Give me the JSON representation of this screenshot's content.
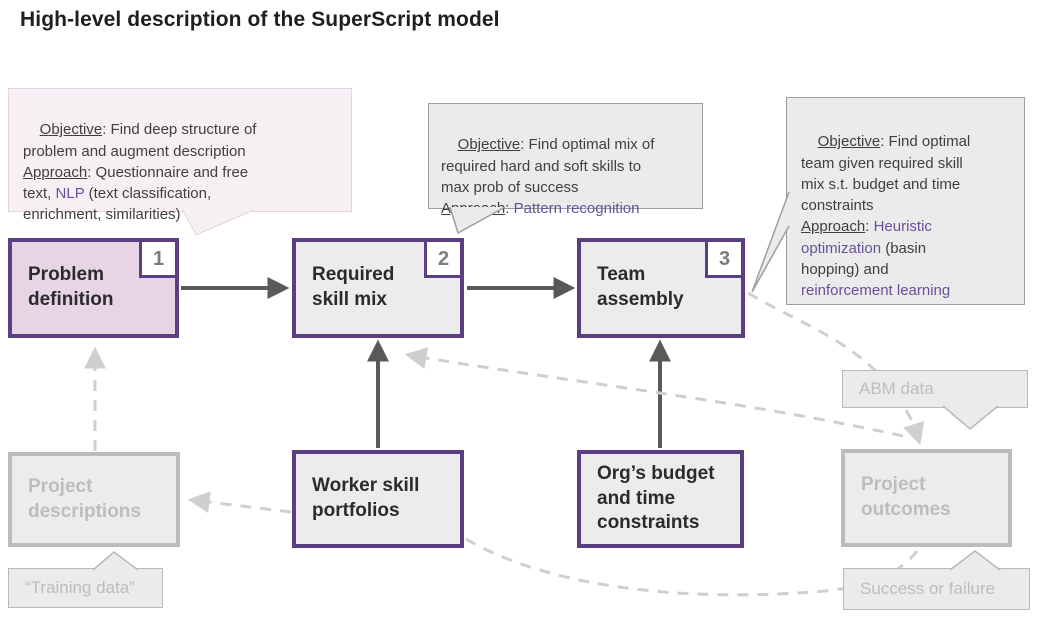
{
  "title": "High-level description of the SuperScript model",
  "colors": {
    "purple-border": "#5a4082",
    "purple-text": "#67519b",
    "pink-fill": "#e7d4e4",
    "pink-callout-fill": "#f6f0f5",
    "pink-callout-border": "#e4d2e0",
    "gray-fill": "#ececec",
    "callout-fill": "#ebebeb",
    "callout-border": "#9e9e9e",
    "muted-border": "#bcbcbc",
    "muted-text": "#bdbdbd",
    "muted-callout-border": "#b9b9b9",
    "arrow-dark": "#58595b",
    "arrow-gray": "#cfcfcf",
    "text-dark": "#3f3f3f",
    "title-color": "#1f1f1f",
    "badge-text": "#7b7b7e"
  },
  "callouts": {
    "problem": {
      "segments": [
        {
          "t": "Objective",
          "u": 1
        },
        {
          "t": ": Find deep structure of\nproblem and augment description\n"
        },
        {
          "t": "Approach",
          "u": 1
        },
        {
          "t": ": Questionnaire and free\ntext, "
        },
        {
          "t": "NLP",
          "p": 1
        },
        {
          "t": " (text classification,\nenrichment, similarities)"
        }
      ]
    },
    "skill": {
      "segments": [
        {
          "t": "Objective",
          "u": 1
        },
        {
          "t": ": Find optimal mix of\nrequired hard and soft skills to\nmax prob of success\n"
        },
        {
          "t": "Approach",
          "u": 1
        },
        {
          "t": ": "
        },
        {
          "t": "Pattern recognition",
          "p": 1
        }
      ]
    },
    "team": {
      "segments": [
        {
          "t": "Objective",
          "u": 1
        },
        {
          "t": ": Find optimal\nteam given required skill\nmix s.t. budget and time\nconstraints\n"
        },
        {
          "t": "Approach",
          "u": 1
        },
        {
          "t": ": "
        },
        {
          "t": "Heuristic\noptimization",
          "p": 1
        },
        {
          "t": " (basin\nhopping) and\n"
        },
        {
          "t": "reinforcement learning",
          "p": 1
        }
      ]
    }
  },
  "boxes": {
    "problem": {
      "label": "Problem\ndefinition",
      "badge": "1"
    },
    "skill": {
      "label": "Required\nskill mix",
      "badge": "2"
    },
    "team": {
      "label": "Team\nassembly",
      "badge": "3"
    },
    "worker": {
      "label": "Worker skill\nportfolios"
    },
    "org": {
      "label": "Org’s budget\nand time\nconstraints"
    },
    "descriptions": {
      "label": "Project\ndescriptions"
    },
    "outcomes": {
      "label": "Project\noutcomes"
    }
  },
  "labels": {
    "abm": "ABM data",
    "training": "“Training data”",
    "success": "Success or failure"
  }
}
